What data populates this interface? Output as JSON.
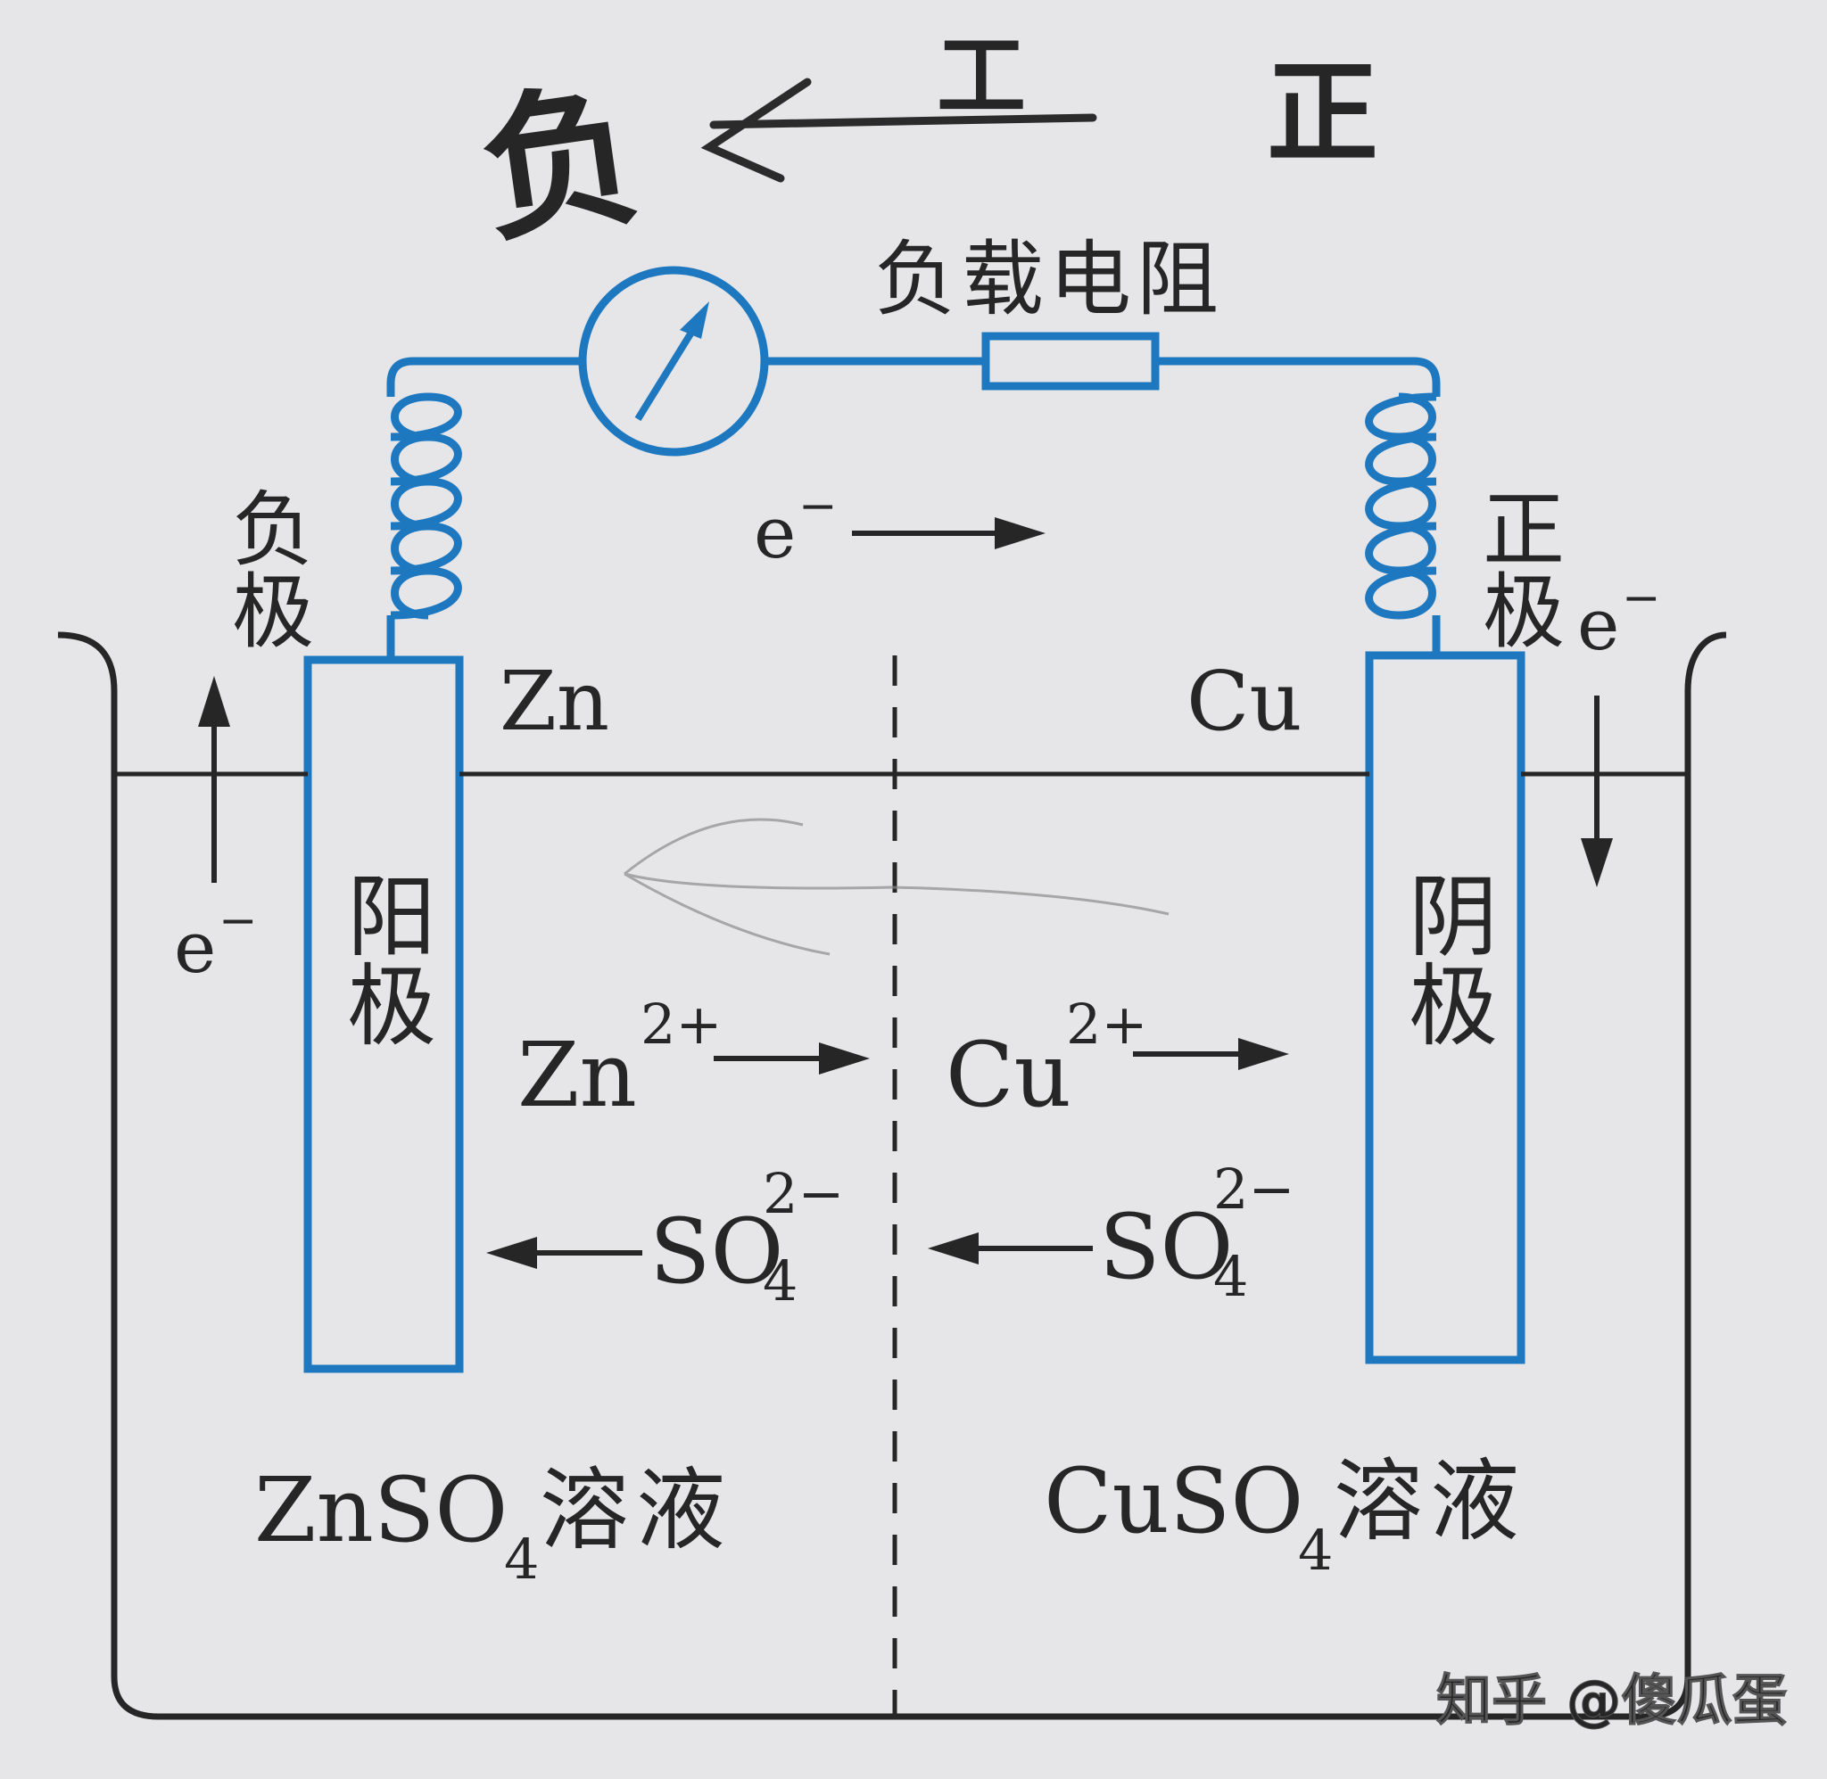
{
  "handwriting": {
    "left": "负",
    "middle": "工",
    "right": "正"
  },
  "labels": {
    "load_resistor": "负载电阻",
    "negative_pole": "负极",
    "positive_pole": "正极",
    "electron": "e",
    "electron_sup": "−",
    "zn": "Zn",
    "cu": "Cu",
    "anode": "阳极",
    "cathode": "阴极",
    "zn_ion": "Zn",
    "cu_ion": "Cu",
    "ion_charge_pos": "2+",
    "so4": "SO",
    "so4_sub": "4",
    "so4_charge": "2−",
    "znso4_a": "ZnSO",
    "cuso4_a": "CuSO",
    "solution_sub": "4",
    "solution_word": "溶液"
  },
  "watermark": "知乎 @傻瓜蛋",
  "colors": {
    "wire": "#1e78c0",
    "ink": "#262626",
    "background": "#e6e6e8",
    "pencil": "#7a7a7a"
  }
}
